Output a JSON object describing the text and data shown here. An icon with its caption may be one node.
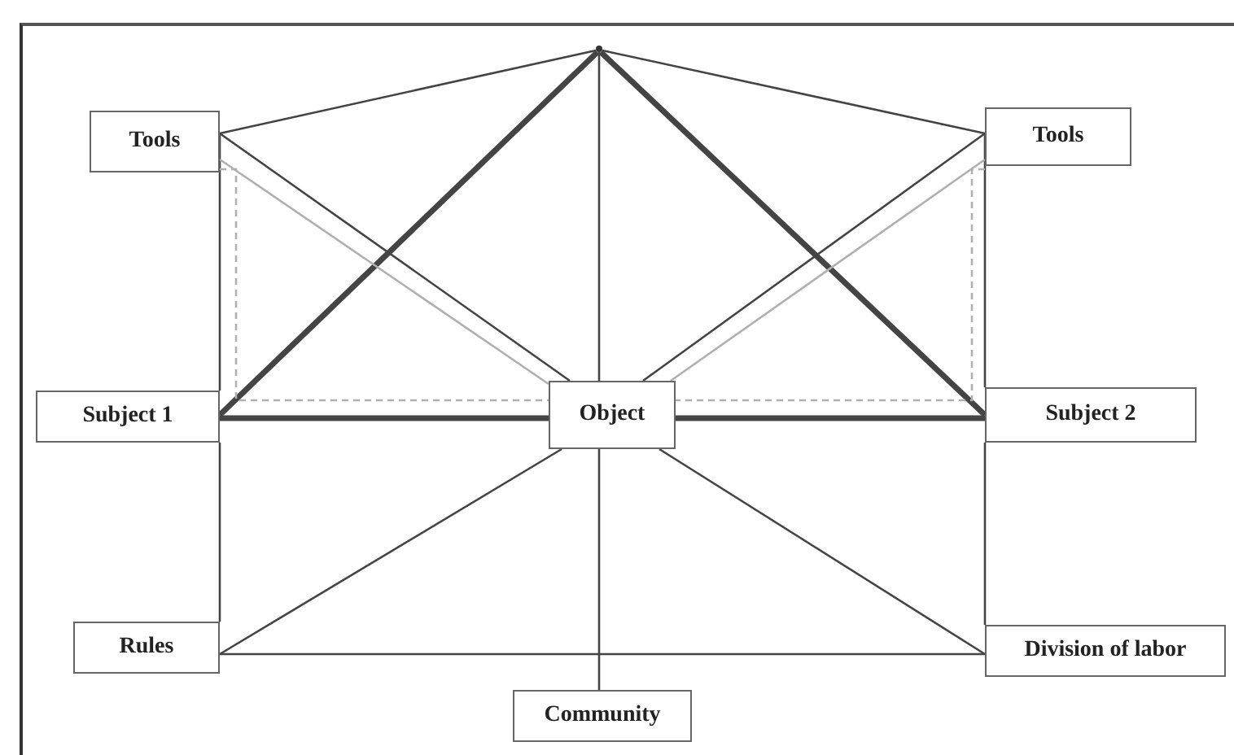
{
  "diagram": {
    "nodes": [
      {
        "text": [
          "Tools"
        ]
      },
      {
        "text": [
          "Tools"
        ]
      },
      {
        "text": [],
        "shape": "point"
      },
      {
        "text": [
          "Subject 1"
        ]
      },
      {
        "text": [
          "Object"
        ]
      },
      {
        "text": [
          "Subject 2"
        ]
      },
      {
        "text": [
          "Rules"
        ]
      },
      {
        "text": [
          "Division of labor"
        ]
      },
      {
        "text": [
          "Community"
        ]
      }
    ],
    "edges": [
      {
        "from": 0,
        "to": 2,
        "arrow": "none"
      },
      {
        "from": 2,
        "to": 1,
        "arrow": "none"
      },
      {
        "from": 2,
        "to": 3,
        "arrow": "none",
        "style": "thick"
      },
      {
        "from": 2,
        "to": 5,
        "arrow": "none",
        "style": "thick"
      },
      {
        "from": 2,
        "to": 4,
        "arrow": "none"
      },
      {
        "from": 0,
        "to": 4,
        "arrow": "none"
      },
      {
        "from": 1,
        "to": 4,
        "arrow": "none"
      },
      {
        "from": 0,
        "to": 3,
        "arrow": "none"
      },
      {
        "from": 1,
        "to": 5,
        "arrow": "none"
      },
      {
        "from": 3,
        "to": 4,
        "arrow": "none",
        "style": "thick"
      },
      {
        "from": 4,
        "to": 5,
        "arrow": "none",
        "style": "thick"
      },
      {
        "from": 3,
        "to": 6,
        "arrow": "none"
      },
      {
        "from": 5,
        "to": 7,
        "arrow": "none"
      },
      {
        "from": 6,
        "to": 4,
        "arrow": "none"
      },
      {
        "from": 7,
        "to": 4,
        "arrow": "none"
      },
      {
        "from": 4,
        "to": 8,
        "arrow": "none"
      },
      {
        "from": 6,
        "to": 7,
        "arrow": "none"
      },
      {
        "from": 0,
        "to": 4,
        "arrow": "none",
        "color": "#b0b0b0"
      },
      {
        "from": 0,
        "to": 4,
        "arrow": "none",
        "style": "dashed",
        "color": "#b0b0b0"
      },
      {
        "from": 1,
        "to": 4,
        "arrow": "none",
        "color": "#b0b0b0"
      },
      {
        "from": 1,
        "to": 4,
        "arrow": "none",
        "style": "dashed",
        "color": "#b0b0b0"
      }
    ]
  }
}
